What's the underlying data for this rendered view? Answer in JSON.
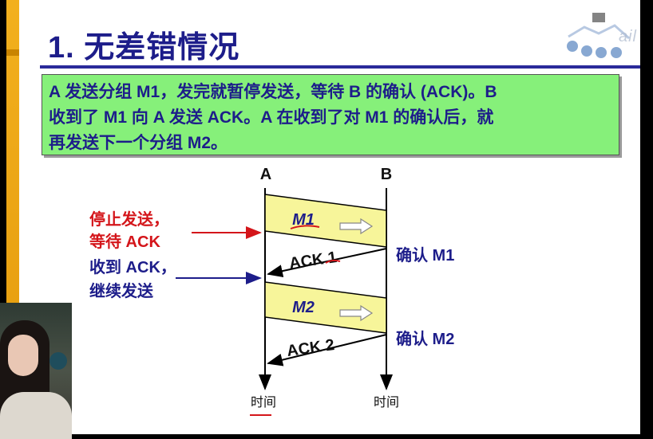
{
  "slide": {
    "title": "1. 无差错情况",
    "logo_text": "ail",
    "description_lines": [
      "A 发送分组 M1，发完就暂停发送，等待 B 的确认 (ACK)。B",
      "收到了 M1 向 A 发送  ACK。A 在收到了对 M1 的确认后，就",
      "再发送下一个分组  M2。"
    ]
  },
  "diagram": {
    "node_a": "A",
    "node_b": "B",
    "frame1": "M1",
    "frame2": "M2",
    "ack1": "ACK 1",
    "ack2": "ACK 2",
    "confirm1": "确认 M1",
    "confirm2": "确认 M2",
    "left_notes": {
      "stop_line1": "停止发送，",
      "stop_line2": "等待 ACK",
      "recv_line1": "收到 ACK，",
      "recv_line2": "继续发送"
    },
    "time_a": "时间",
    "time_b": "时间"
  },
  "colors": {
    "title": "#1d1d8a",
    "text_box_bg": "#86f07a",
    "frame_fill": "#f7f59a",
    "red_note": "#d4151a",
    "blue_note": "#1d1d8a",
    "accent_bar": "#f2b01e"
  }
}
